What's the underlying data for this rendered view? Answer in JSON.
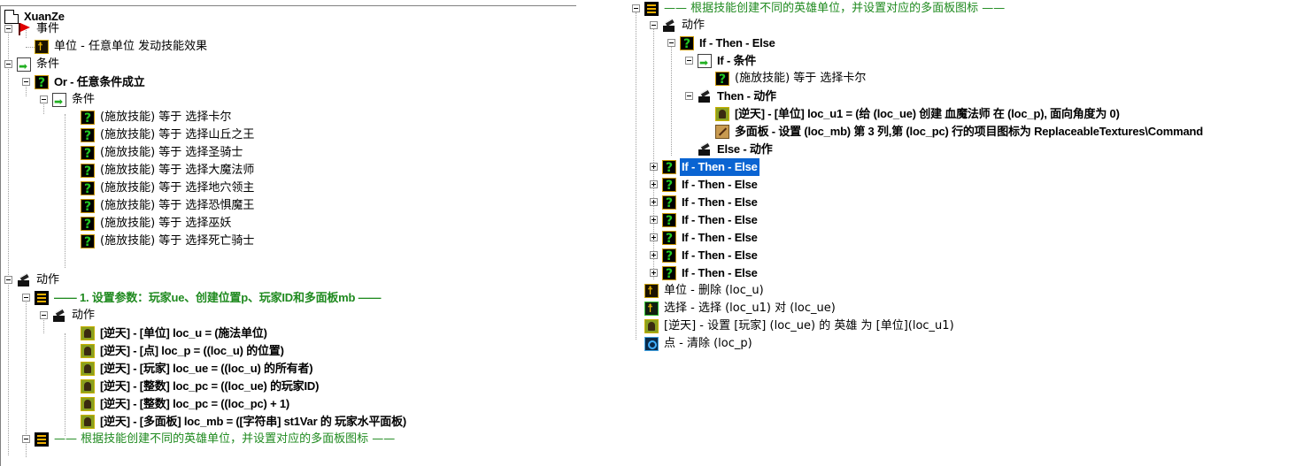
{
  "left_tree": {
    "root": "XuanZe",
    "events_label": "事件",
    "event_item": "单位 - 任意单位 发动技能效果",
    "conditions_label": "条件",
    "or_label": "Or - 任意条件成立",
    "or_sub_label": "条件",
    "or_conditions": [
      "(施放技能) 等于 选择卡尔",
      "(施放技能) 等于 选择山丘之王",
      "(施放技能) 等于 选择圣骑士",
      "(施放技能) 等于 选择大魔法师",
      "(施放技能) 等于 选择地穴领主",
      "(施放技能) 等于 选择恐惧魔王",
      "(施放技能) 等于 选择巫妖",
      "(施放技能) 等于 选择死亡骑士"
    ],
    "actions_label": "动作",
    "comment1": "—— 1. 设置参数：玩家ue、创建位置p、玩家ID和多面板mb ——",
    "comment1_actions_label": "动作",
    "comment1_actions": [
      "[逆天] - [单位] loc_u = (施法单位)",
      "[逆天] - [点] loc_p = ((loc_u) 的位置)",
      "[逆天] - [玩家] loc_ue = ((loc_u) 的所有者)",
      "[逆天] - [整数] loc_pc = ((loc_ue) 的玩家ID)",
      "[逆天] - [整数] loc_pc = ((loc_pc) + 1)",
      "[逆天] - [多面板] loc_mb = ([字符串] st1Var 的 玩家水平面板)"
    ],
    "comment2": "—— 根据技能创建不同的英雄单位，并设置对应的多面板图标 ——"
  },
  "right_tree": {
    "comment2": "—— 根据技能创建不同的英雄单位，并设置对应的多面板图标 ——",
    "actions_label": "动作",
    "ite_label": "If - Then - Else",
    "if_label": "If - 条件",
    "if_condition": "(施放技能) 等于 选择卡尔",
    "then_label": "Then - 动作",
    "then_actions": [
      "[逆天] - [单位] loc_u1 = (给 (loc_ue) 创建 血魔法师 在 (loc_p), 面向角度为 0)",
      "多面板 - 设置 (loc_mb) 第 3 列,第 (loc_pc) 行的项目图标为 ReplaceableTextures\\Command"
    ],
    "else_label": "Else - 动作",
    "collapsed_ite": [
      "If - Then - Else",
      "If - Then - Else",
      "If - Then - Else",
      "If - Then - Else",
      "If - Then - Else",
      "If - Then - Else",
      "If - Then - Else"
    ],
    "tail_actions": [
      "单位 - 删除 (loc_u)",
      "选择 - 选择 (loc_u1) 对 (loc_ue)",
      "[逆天] - 设置 [玩家] (loc_ue) 的 英雄 为 [单位](loc_u1)",
      "点 - 清除 (loc_p)"
    ]
  },
  "colors": {
    "comment_green": "#1f8a1f",
    "selection": "#0a64d2",
    "tree_lines": "#a0a0a0"
  }
}
